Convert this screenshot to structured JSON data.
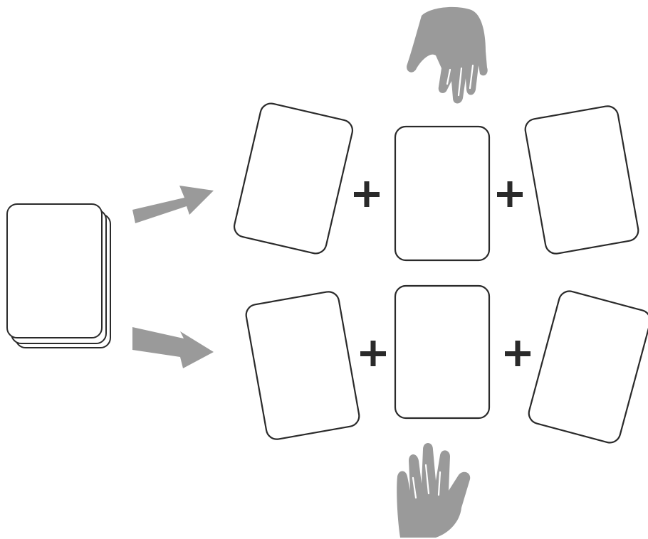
{
  "diagram": {
    "deck": {
      "icon": "card-deck-icon",
      "stacked_cards": 3
    },
    "arrows": [
      "arrow-right-icon",
      "arrow-right-icon"
    ],
    "rows": [
      {
        "player": "top",
        "hand_icon": "hand-pointing-down-icon",
        "cards": 3,
        "operators": [
          "+",
          "+"
        ]
      },
      {
        "player": "bottom",
        "hand_icon": "hand-raised-up-icon",
        "cards": 3,
        "operators": [
          "+",
          "+"
        ]
      }
    ],
    "colors": {
      "arrow": "#9a9a9a",
      "hand": "#9a9a9a",
      "card_outline": "#2a2a2a",
      "card_fill": "#ffffff",
      "plus": "#2a2a2a"
    }
  }
}
